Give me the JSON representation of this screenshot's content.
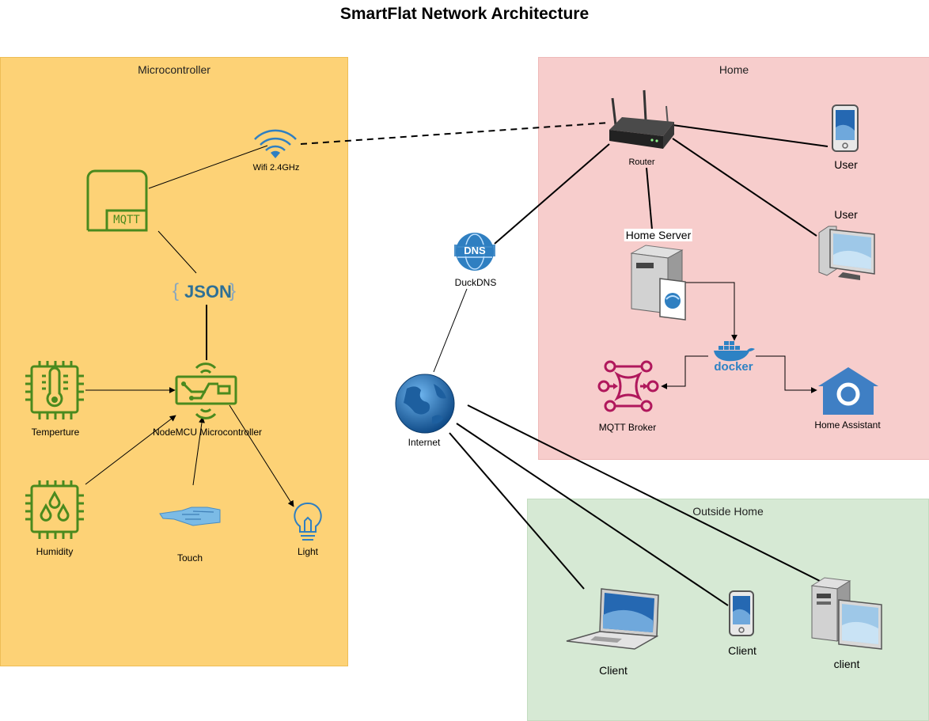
{
  "title": "SmartFlat Network Architecture",
  "zones": {
    "microcontroller": "Microcontroller",
    "home": "Home",
    "outside": "Outside Home"
  },
  "nodes": {
    "wifi": "Wifi 2.4GHz",
    "mqtt_badge": "MQTT",
    "json": "JSON",
    "nodemcu": "NodeMCU Microcontroller",
    "temperature": "Temperture",
    "humidity": "Humidity",
    "touch": "Touch",
    "light": "Light",
    "router": "Router",
    "user_phone": "User",
    "user_pc": "User",
    "home_server": "Home Server",
    "docker": "docker",
    "mqtt_broker": "MQTT Broker",
    "home_assistant": "Home Assistant",
    "duckdns": "DuckDNS",
    "dns_badge": "DNS",
    "internet": "Internet",
    "client_laptop": "Client",
    "client_phone": "Client",
    "client_pc": "client"
  },
  "colors": {
    "microcontroller_zone": "#fdd276",
    "home_zone": "#f7cdcc",
    "outside_zone": "#d6e9d4",
    "iot_green": "#4a7f1f",
    "mqtt_broker": "#b0185c",
    "home_assistant": "#3f7fc4",
    "docker": "#2d82c4",
    "dns": "#2f7fc1"
  }
}
